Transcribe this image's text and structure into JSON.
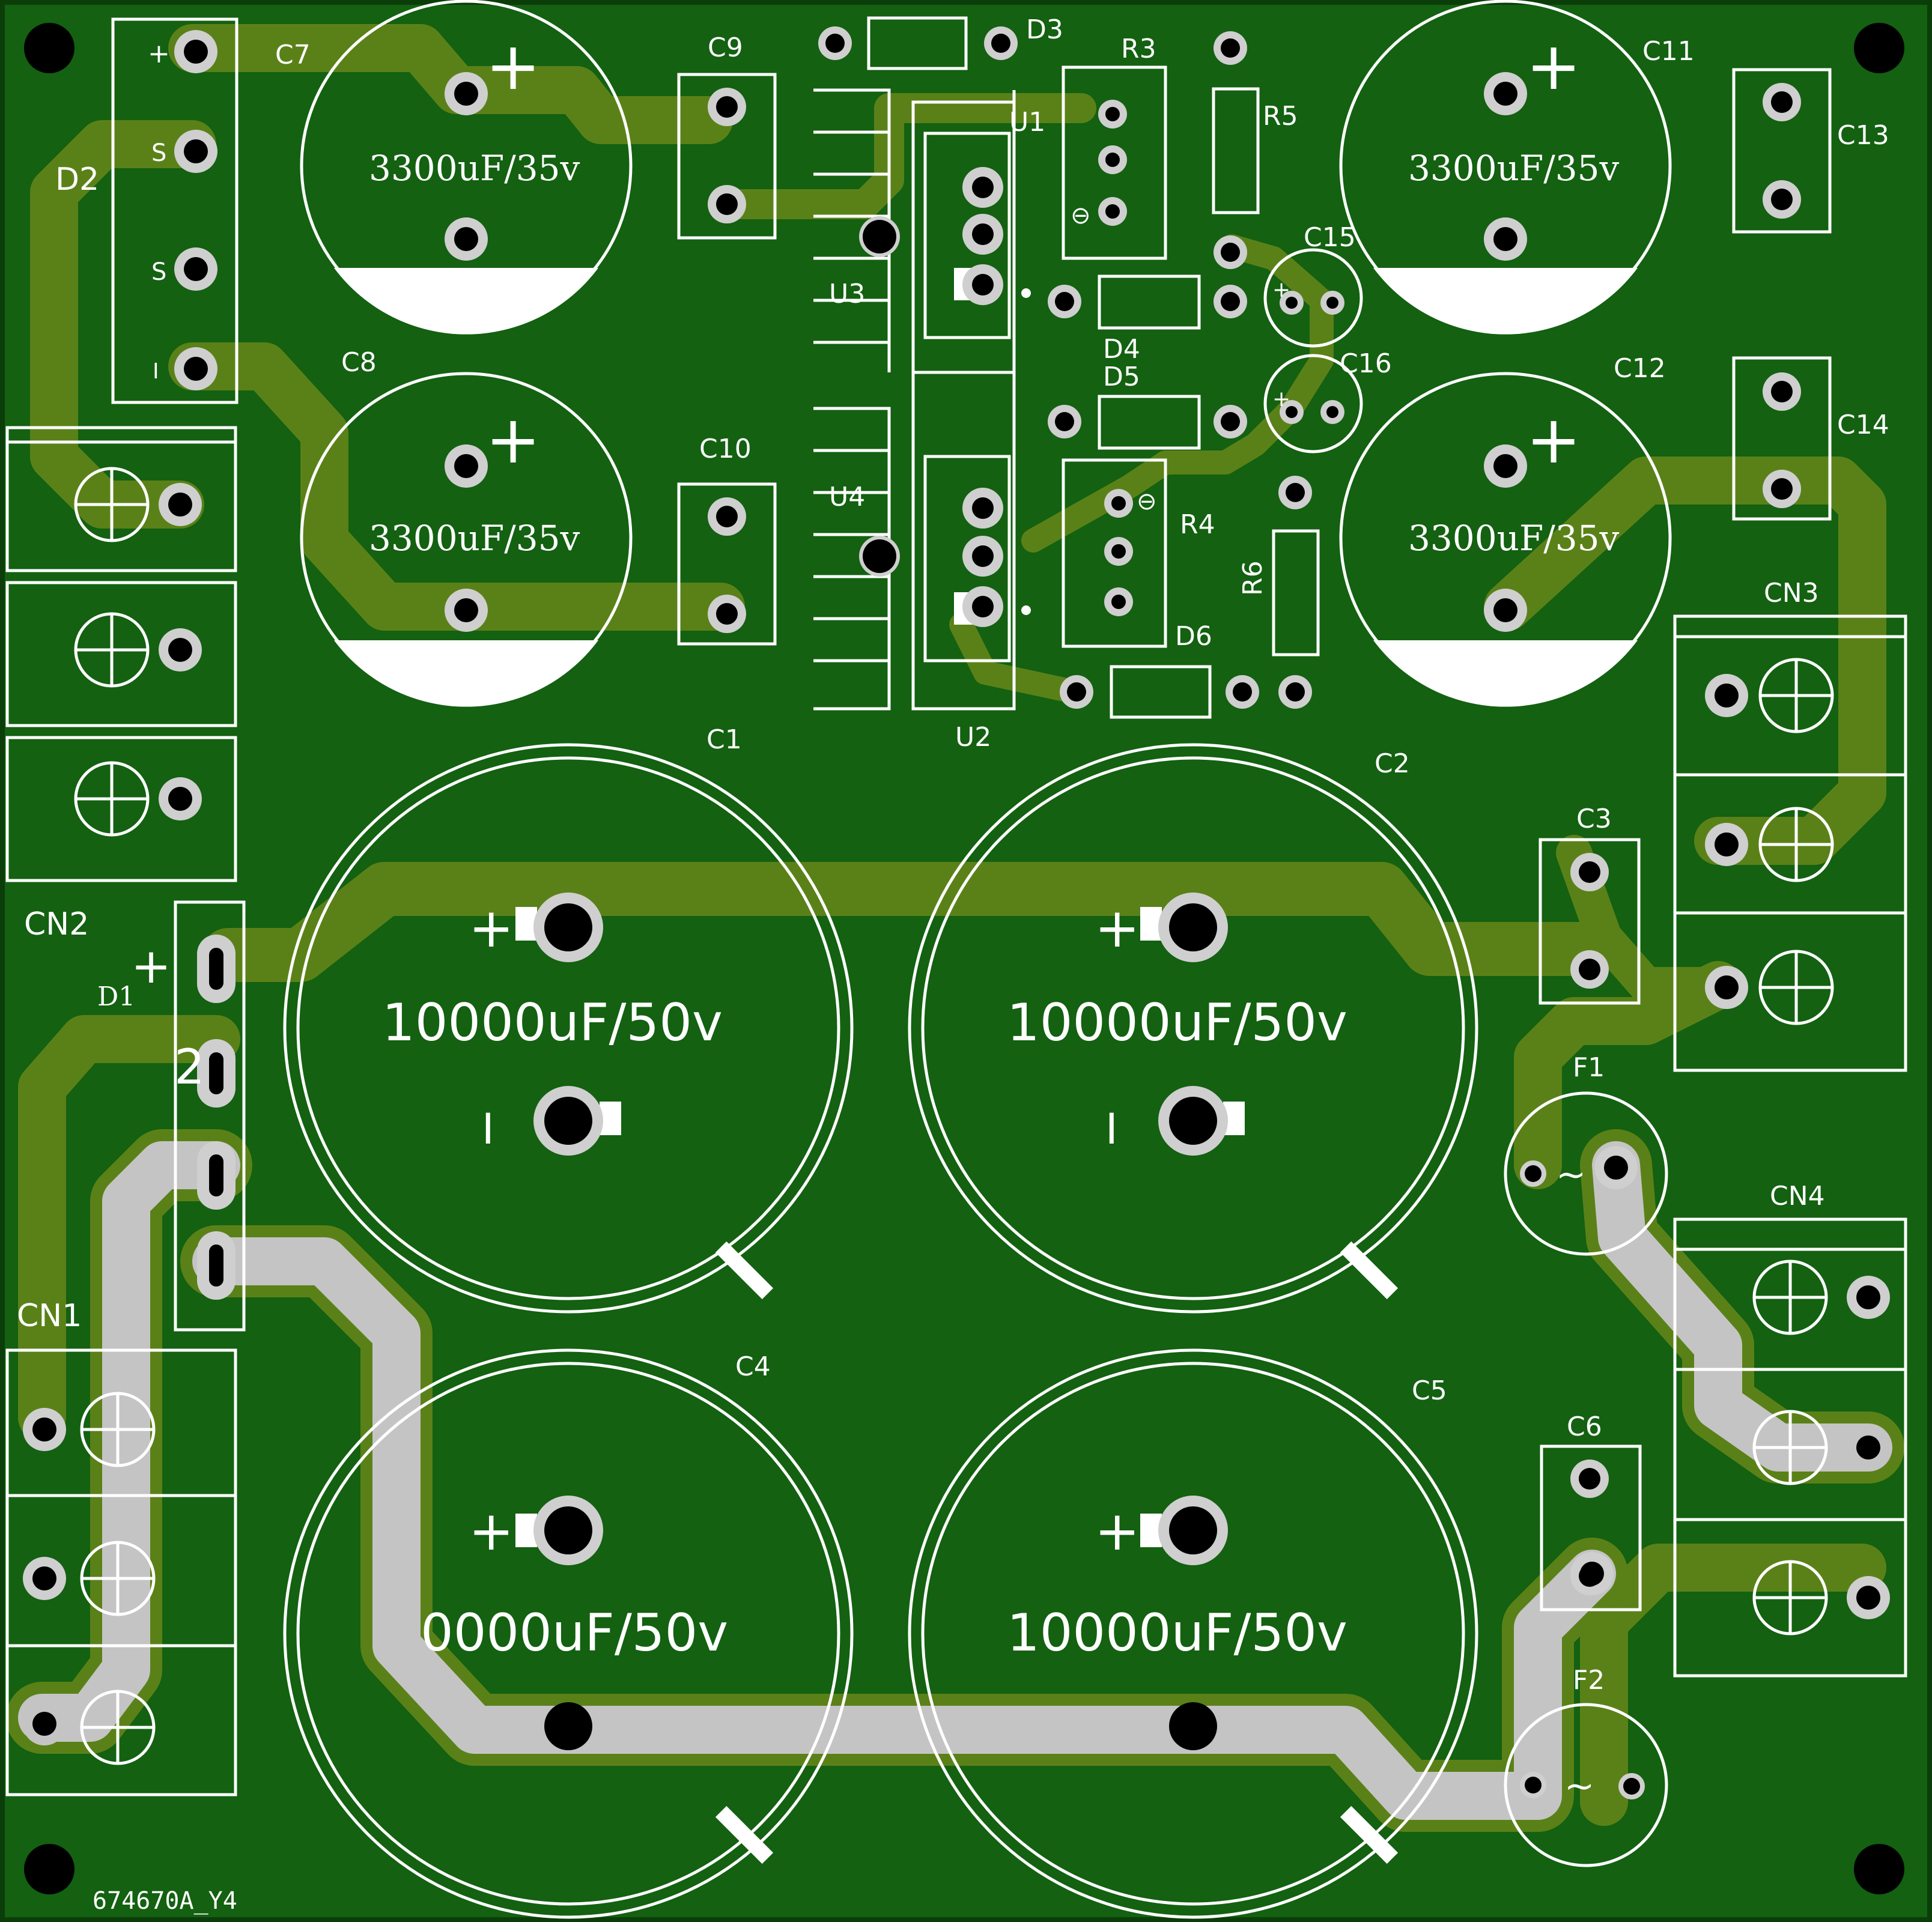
{
  "board": {
    "id_label": "674670A_Y4",
    "colors": {
      "substrate": "#136111",
      "edge": "#0b3d09",
      "trace_top": "#5a8118",
      "trace_bottom": "#c4c4c4",
      "silkscreen": "#ffffff",
      "pad": "#cfcfcf",
      "drill": "#000000"
    }
  },
  "labels": {
    "C1": "C1",
    "C2": "C2",
    "C3": "C3",
    "C4": "C4",
    "C5": "C5",
    "C6": "C6",
    "C7": "C7",
    "C8": "C8",
    "C9": "C9",
    "C10": "C10",
    "C11": "C11",
    "C12": "C12",
    "C13": "C13",
    "C14": "C14",
    "C15": "C15",
    "C16": "C16",
    "CN1": "CN1",
    "CN2": "CN2",
    "CN3": "CN3",
    "CN4": "CN4",
    "D1": "D1",
    "D2": "D2",
    "D3": "D3",
    "D4": "D4",
    "D5": "D5",
    "D6": "D6",
    "R3": "R3",
    "R4": "R4",
    "R5": "R5",
    "R6": "R6",
    "U1": "U1",
    "U2": "U2",
    "U3": "U3",
    "U4": "U4",
    "F1": "F1",
    "F2": "F2"
  },
  "values": {
    "small_cap": "3300uF/35v",
    "big_cap": "10000uF/50v",
    "big_cap_c4_partial": "0000uF/50v"
  },
  "markings": {
    "plus": "+",
    "minus": "I",
    "tilde": "~",
    "bridge_plus": "+",
    "bridge_ac": "S",
    "bridge_minus": "I",
    "d1_ac": "2"
  }
}
